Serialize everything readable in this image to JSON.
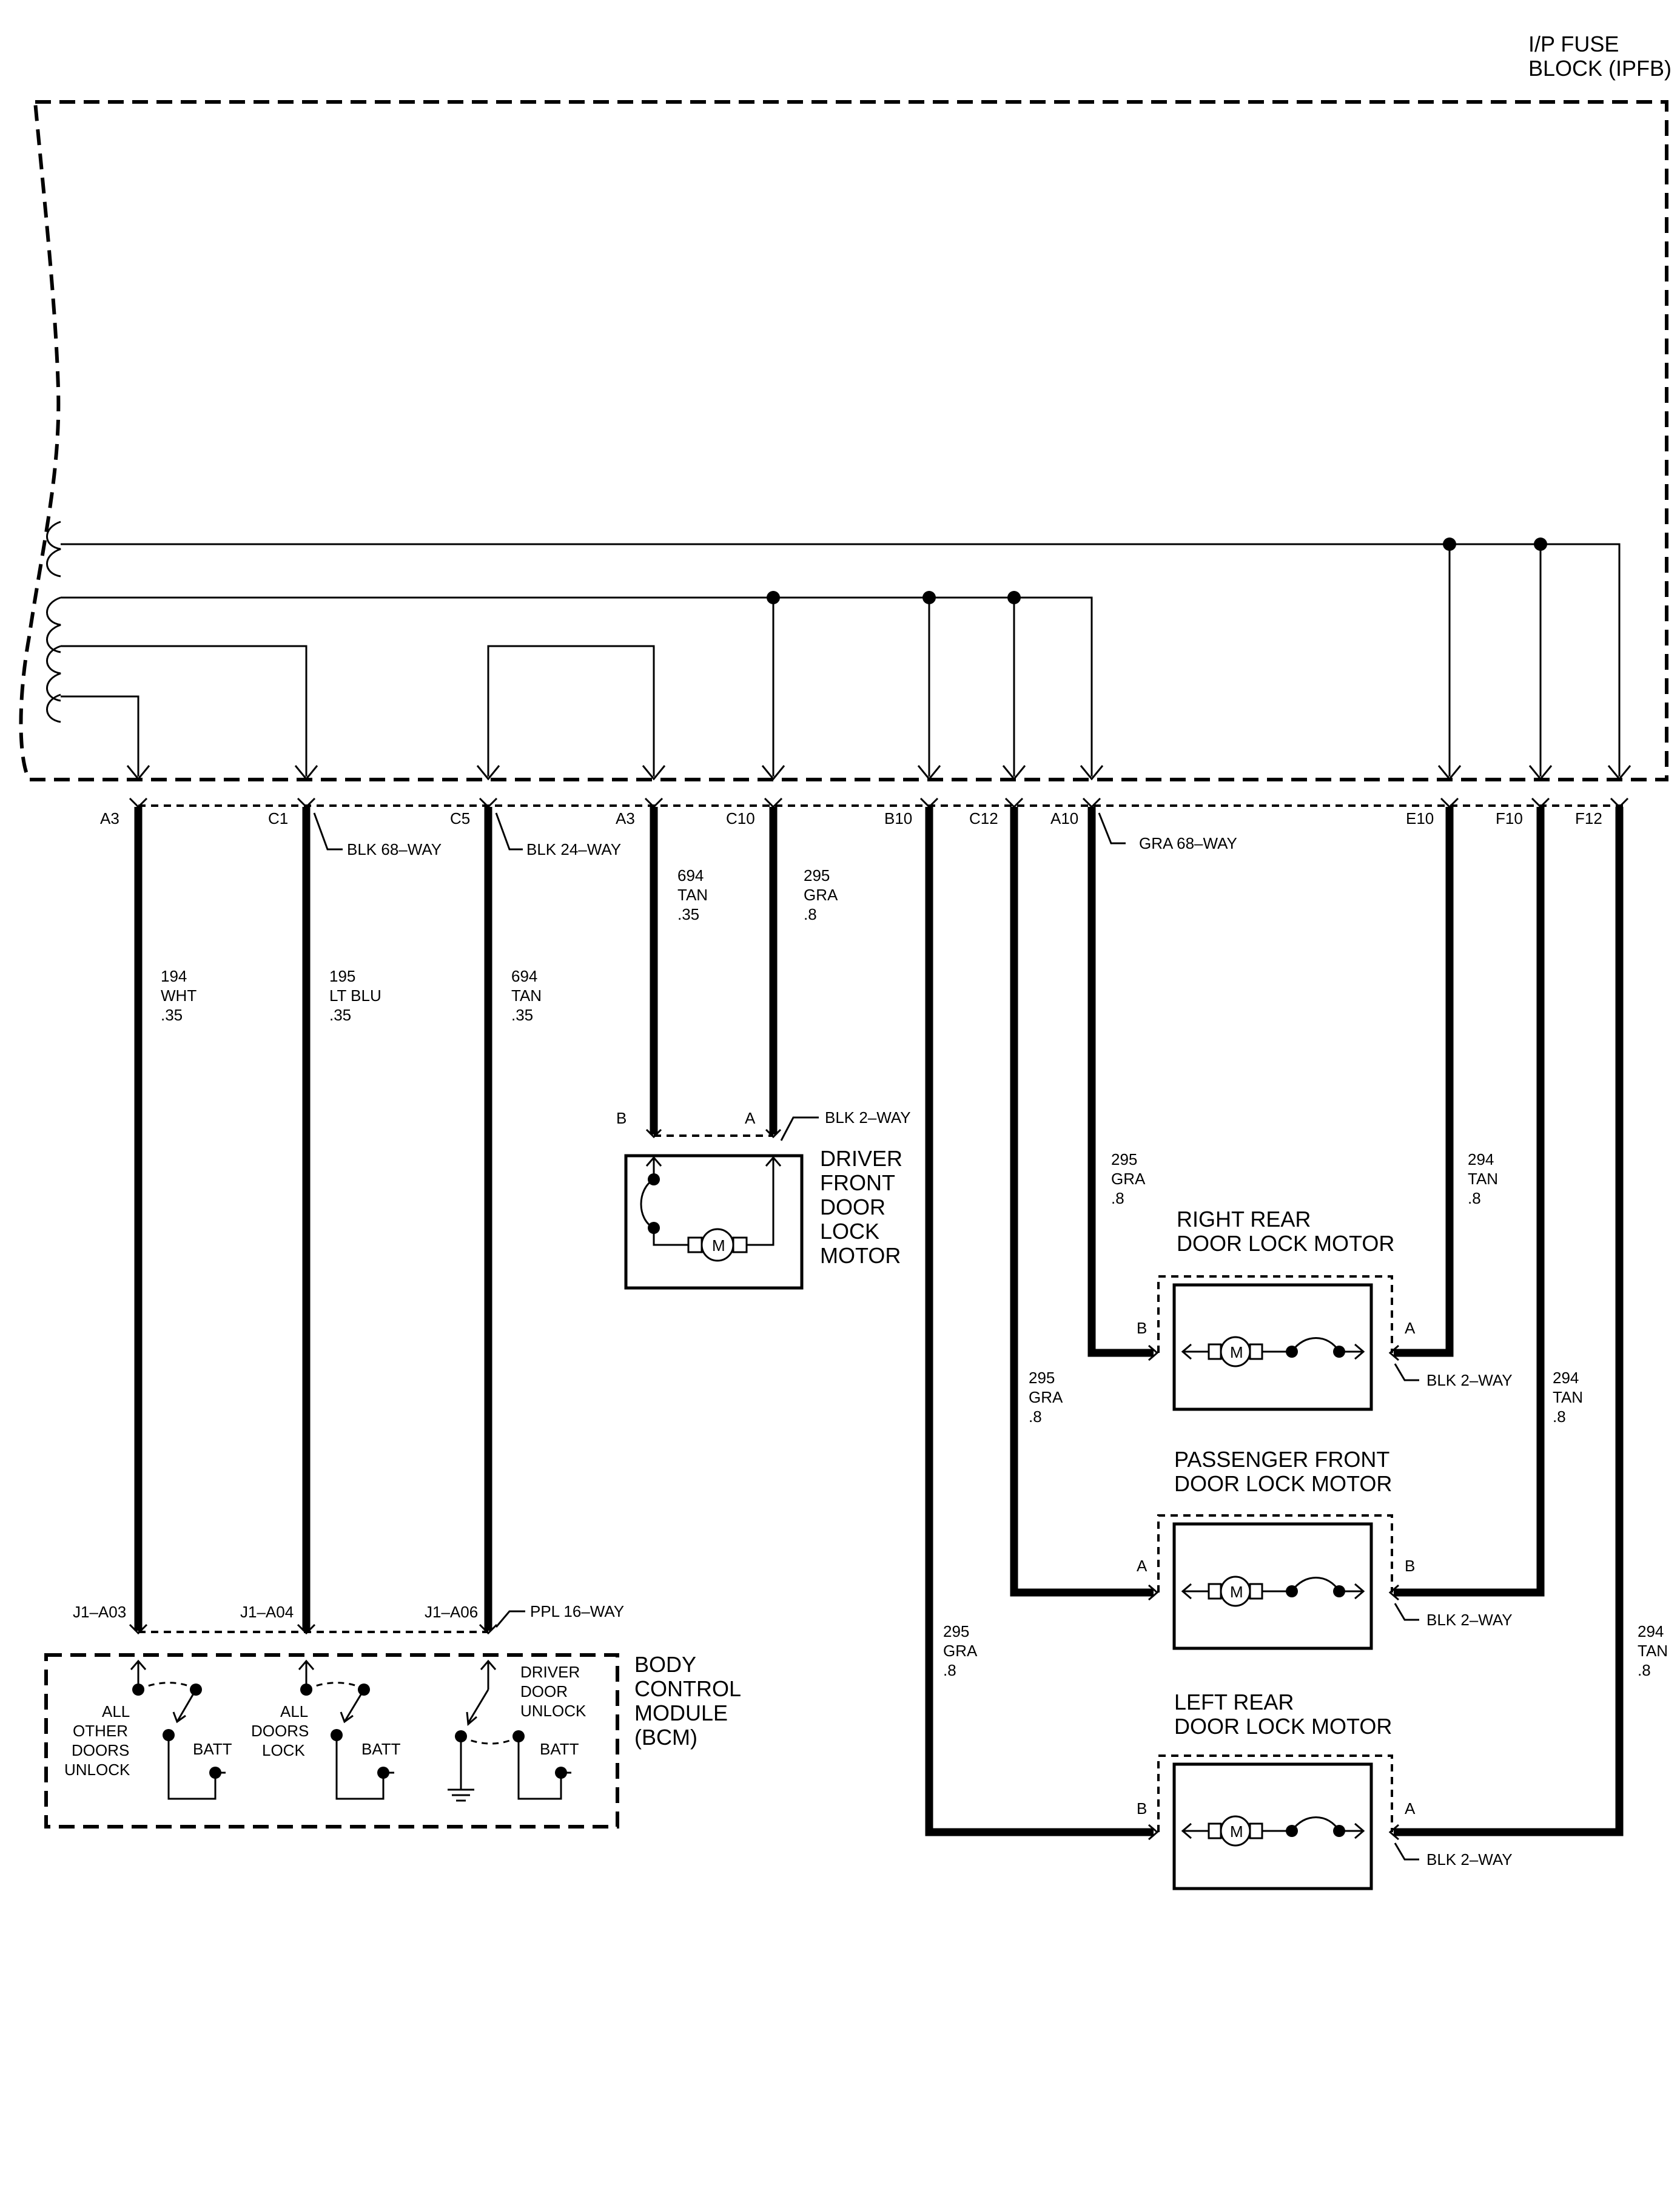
{
  "ipfb": {
    "label_line1": "I/P FUSE",
    "label_line2": "BLOCK (IPFB)"
  },
  "ipfb_pins": [
    "A3",
    "C1",
    "C5",
    "A3",
    "C10",
    "B10",
    "C12",
    "A10",
    "E10",
    "F10",
    "F12"
  ],
  "connectors": {
    "blk68": "BLK 68–WAY",
    "blk24": "BLK 24–WAY",
    "gra68": "GRA 68–WAY",
    "ppl16": "PPL 16–WAY",
    "blk2": "BLK 2–WAY"
  },
  "wires": {
    "w194": [
      "194",
      "WHT",
      ".35"
    ],
    "w195": [
      "195",
      "LT BLU",
      ".35"
    ],
    "w694a": [
      "694",
      "TAN",
      ".35"
    ],
    "w694b": [
      "694",
      "TAN",
      ".35"
    ],
    "w295a": [
      "295",
      "GRA",
      ".8"
    ],
    "w295b": [
      "295",
      "GRA",
      ".8"
    ],
    "w295c": [
      "295",
      "GRA",
      ".8"
    ],
    "w295d": [
      "295",
      "GRA",
      ".8"
    ],
    "w294a": [
      "294",
      "TAN",
      ".8"
    ],
    "w294b": [
      "294",
      "TAN",
      ".8"
    ],
    "w294c": [
      "294",
      "TAN",
      ".8"
    ]
  },
  "bcm": {
    "title": [
      "BODY",
      "CONTROL",
      "MODULE",
      "(BCM)"
    ],
    "pins": [
      "J1–A03",
      "J1–A04",
      "J1–A06"
    ],
    "sw1": [
      "ALL",
      "OTHER",
      "DOORS",
      "UNLOCK"
    ],
    "sw2": [
      "ALL",
      "DOORS",
      "LOCK"
    ],
    "sw3": [
      "DRIVER",
      "DOOR",
      "UNLOCK"
    ],
    "batt": "BATT"
  },
  "motors": {
    "driver_front": [
      "DRIVER",
      "FRONT",
      "DOOR",
      "LOCK",
      "MOTOR"
    ],
    "right_rear": [
      "RIGHT REAR",
      "DOOR LOCK MOTOR"
    ],
    "passenger_front": [
      "PASSENGER FRONT",
      "DOOR LOCK MOTOR"
    ],
    "left_rear": [
      "LEFT REAR",
      "DOOR LOCK MOTOR"
    ],
    "motor_symbol": "M",
    "pin_a": "A",
    "pin_b": "B"
  }
}
